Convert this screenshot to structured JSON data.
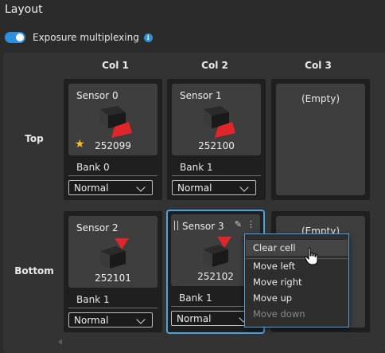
{
  "section": {
    "title": "Layout"
  },
  "exposure": {
    "label": "Exposure multiplexing",
    "enabled": true
  },
  "grid": {
    "columns": [
      "Col 1",
      "Col 2",
      "Col 3"
    ],
    "rows": [
      "Top",
      "Bottom"
    ]
  },
  "cells": {
    "top_col1": {
      "name": "Sensor 0",
      "serial": "252099",
      "bank": "Bank  0",
      "mode": "Normal",
      "starred": true
    },
    "top_col2": {
      "name": "Sensor 1",
      "serial": "252100",
      "bank": "Bank  1",
      "mode": "Normal"
    },
    "top_col3": {
      "empty_label": "(Empty)"
    },
    "bottom_col1": {
      "name": "Sensor 2",
      "serial": "252101",
      "bank": "Bank  1",
      "mode": "Normal"
    },
    "bottom_col2": {
      "name": "Sensor 3",
      "serial": "252102",
      "bank": "Bank  1",
      "mode": "Normal",
      "selected": true
    },
    "bottom_col3": {
      "empty_label": "(Empty)"
    }
  },
  "context_menu": {
    "items": [
      {
        "label": "Clear cell",
        "hover": true
      },
      {
        "label": "Move left"
      },
      {
        "label": "Move right"
      },
      {
        "label": "Move up"
      },
      {
        "label": "Move down",
        "disabled": true
      }
    ]
  },
  "colors": {
    "accent": "#2f8fdc",
    "selection": "#4ba3e3",
    "star": "#f4c21a",
    "sensor_red": "#e0262b"
  },
  "icons": {
    "info": "info-icon",
    "star": "star-icon",
    "edit": "pencil-icon",
    "more": "more-vertical-icon",
    "drag": "drag-handle-icon",
    "chevron": "chevron-down-icon",
    "cursor": "hand-pointer-icon"
  }
}
